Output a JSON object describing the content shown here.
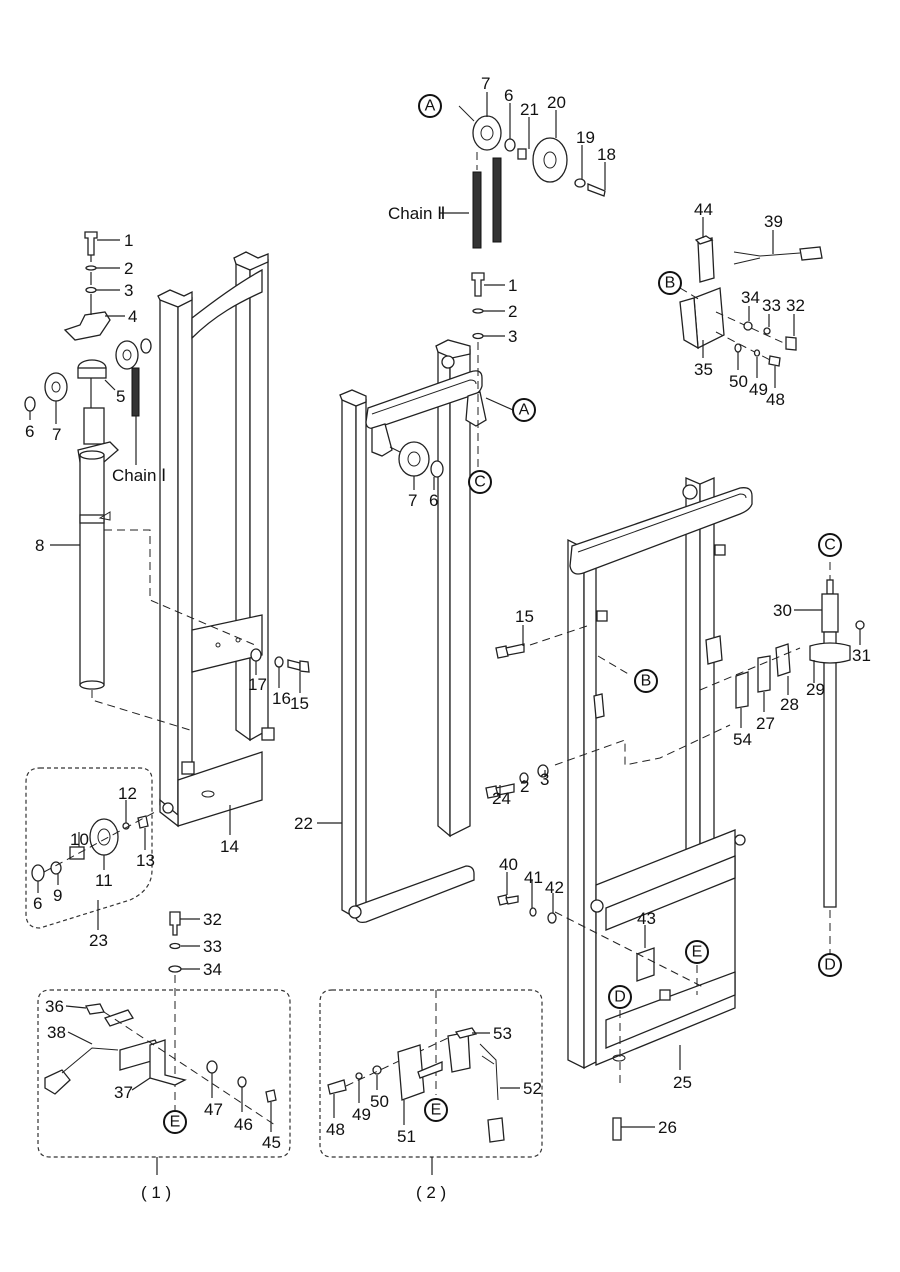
{
  "title": "Mast assembly exploded parts diagram",
  "callouts": {
    "c1a": "1",
    "c2a": "2",
    "c3a": "3",
    "c4": "4",
    "c5": "5",
    "c6a": "6",
    "c7a": "7",
    "c8": "8",
    "chain1": "Chain Ⅰ",
    "c14": "14",
    "c15a": "15",
    "c16": "16",
    "c17": "17",
    "c10": "10",
    "c11": "11",
    "c12": "12",
    "c13": "13",
    "c9": "9",
    "c6b": "6",
    "c23": "23",
    "c32a": "32",
    "c33a": "33",
    "c34a": "34",
    "c36": "36",
    "c38": "38",
    "c37": "37",
    "c47": "47",
    "c46": "46",
    "c45": "45",
    "group1": "( 1 )",
    "c7top": "7",
    "c6top": "6",
    "c21": "21",
    "c20": "20",
    "c19": "19",
    "c18": "18",
    "chain2": "Chain Ⅱ",
    "c1b": "1",
    "c2b": "2",
    "c3b": "3",
    "c7b": "7",
    "c6c": "6",
    "c22": "22",
    "c48a": "48",
    "c49a": "49",
    "c50a": "50",
    "c51": "51",
    "c52": "52",
    "c53": "53",
    "group2": "( 2 )",
    "c44": "44",
    "c39": "39",
    "c34b": "34",
    "c33b": "33",
    "c32b": "32",
    "c35": "35",
    "c50b": "50",
    "c49b": "49",
    "c48b": "48",
    "c15b": "15",
    "c24": "24",
    "c2c": "2",
    "c3c": "3",
    "c40": "40",
    "c41": "41",
    "c42": "42",
    "c43": "43",
    "c25": "25",
    "c26": "26",
    "c30": "30",
    "c31": "31",
    "c29": "29",
    "c28": "28",
    "c27": "27",
    "c54": "54"
  },
  "references": {
    "A_top": "A",
    "A_mid": "A",
    "B_right": "B",
    "B_mid": "B",
    "C_mid": "C",
    "C_right": "C",
    "D_right": "D",
    "D_mid": "D",
    "E_g1": "E",
    "E_g2": "E",
    "E_mid": "E"
  }
}
